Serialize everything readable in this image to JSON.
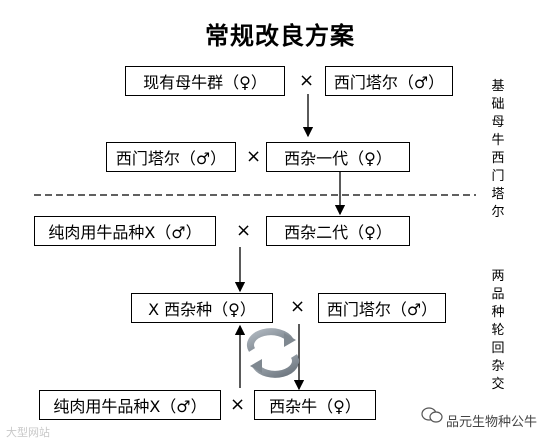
{
  "title": "常规改良方案",
  "boxes": {
    "b1": "现有母牛群（♀）",
    "b2": "西门塔尔（♂）",
    "b3": "西门塔尔（♂）",
    "b4": "西杂一代（♀）",
    "b5": "纯肉用牛品种X（♂）",
    "b6": "西杂二代（♀）",
    "b7": "X 西杂种（♀）",
    "b8": "西门塔尔（♂）",
    "b9": "纯肉用牛品种X（♂）",
    "b10": "西杂牛（♀）"
  },
  "cross_symbol": "×",
  "side_labels": {
    "top": "基础母牛西门塔尔",
    "bottom": "两品种轮回杂交"
  },
  "watermark_left": "大型网站",
  "watermark_right": "品元生物种公牛"
}
